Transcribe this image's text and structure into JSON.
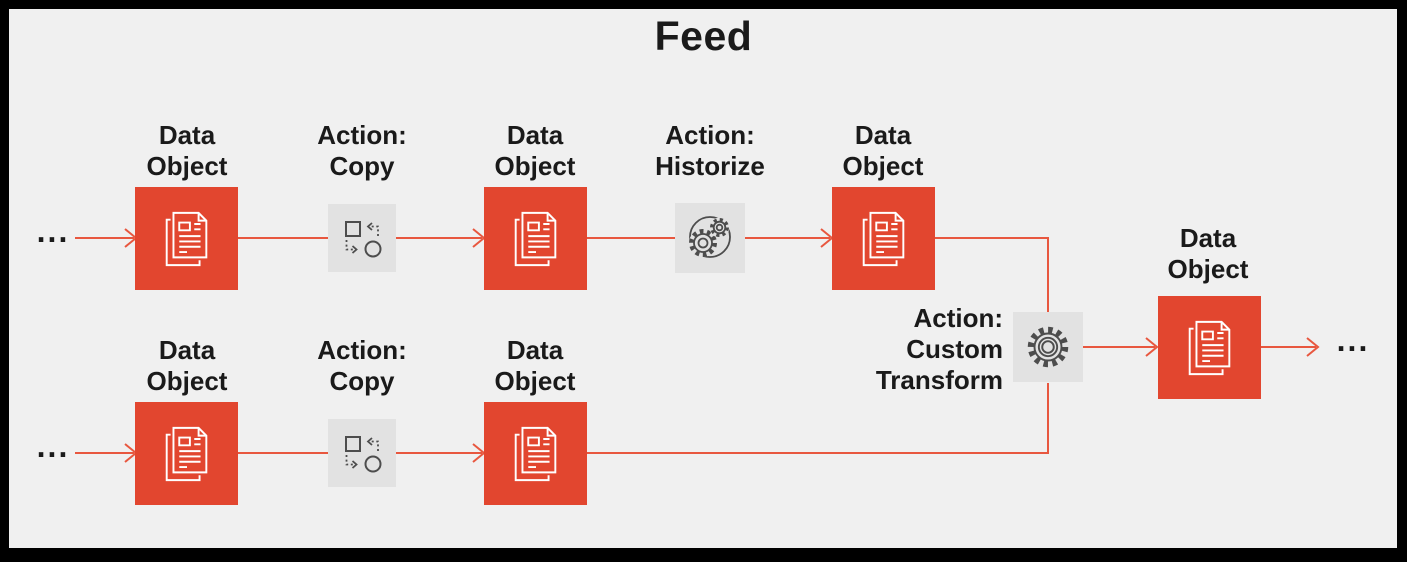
{
  "title": "Feed",
  "colors": {
    "background": "#F0F0F0",
    "frame": "#000000",
    "data_object_red": "#E2462F",
    "action_gray": "#E2E2E2",
    "connector_red": "#E8573F",
    "icon_stroke_gray": "#4D4D4D",
    "text": "#1A1A1A"
  },
  "icons": {
    "data_object": "document-icon",
    "copy": "copy-transform-icon",
    "historize": "gears-in-circle-icon",
    "custom_transform": "gear-icon"
  },
  "flow": {
    "top_row": {
      "input_ellipsis": "...",
      "node1_label": "Data Object",
      "node2_label": "Action: Copy",
      "node3_label": "Data Object",
      "node4_label": "Action: Historize",
      "node5_label": "Data Object"
    },
    "bottom_row": {
      "input_ellipsis": "...",
      "node1_label": "Data Object",
      "node2_label": "Action: Copy",
      "node3_label": "Data Object"
    },
    "merge": {
      "action_label": "Action: Custom Transform",
      "output_label": "Data Object",
      "output_ellipsis": "..."
    }
  }
}
